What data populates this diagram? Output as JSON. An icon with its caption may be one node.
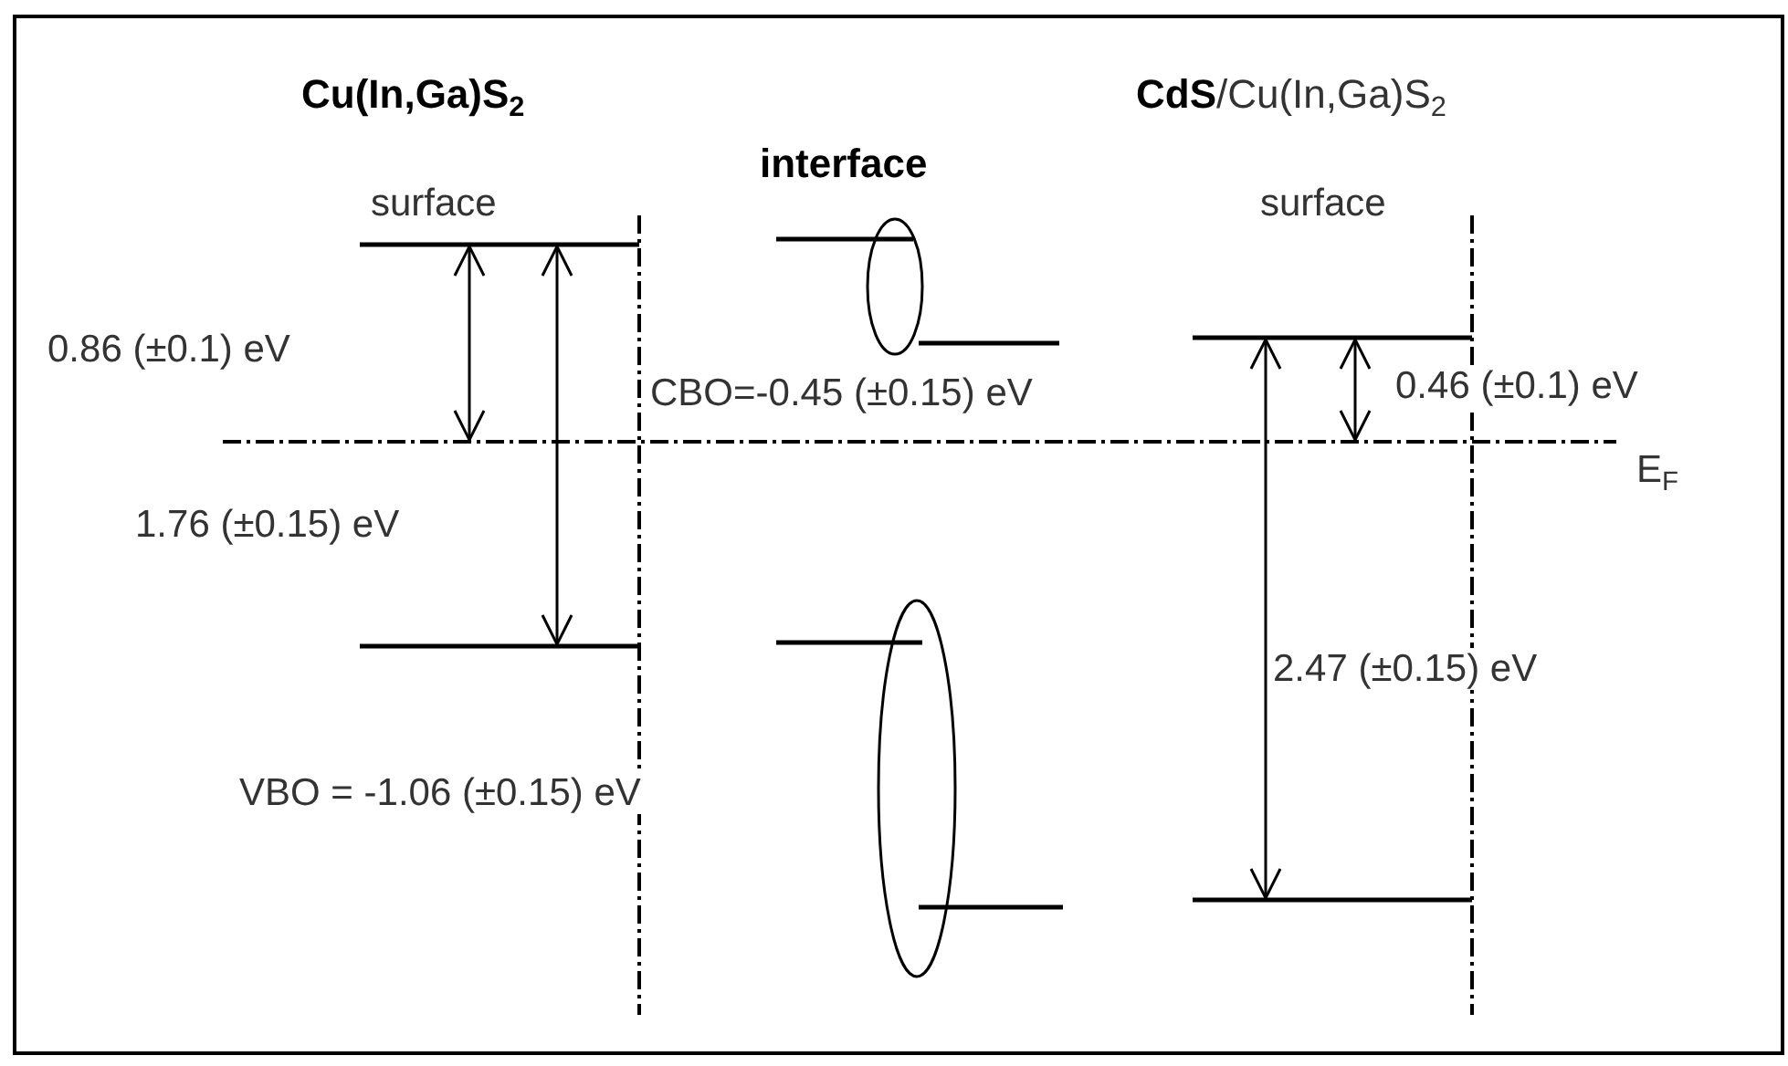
{
  "diagram": {
    "labels": [
      "Cu(In,Ga)S$_{2}$",
      "interface",
      "**CdS**/Cu(In,Ga)S$_{2}$",
      "surface",
      "surface",
      "0.86 (±0.1) eV",
      "CBO=-0.45 (±0.15) eV",
      "0.46 (±0.1) eV",
      "E$_{F}$",
      "1.76 (±0.15) eV",
      "2.47 (±0.15) eV",
      "VBO = -1.06 (±0.15) eV"
    ]
  }
}
